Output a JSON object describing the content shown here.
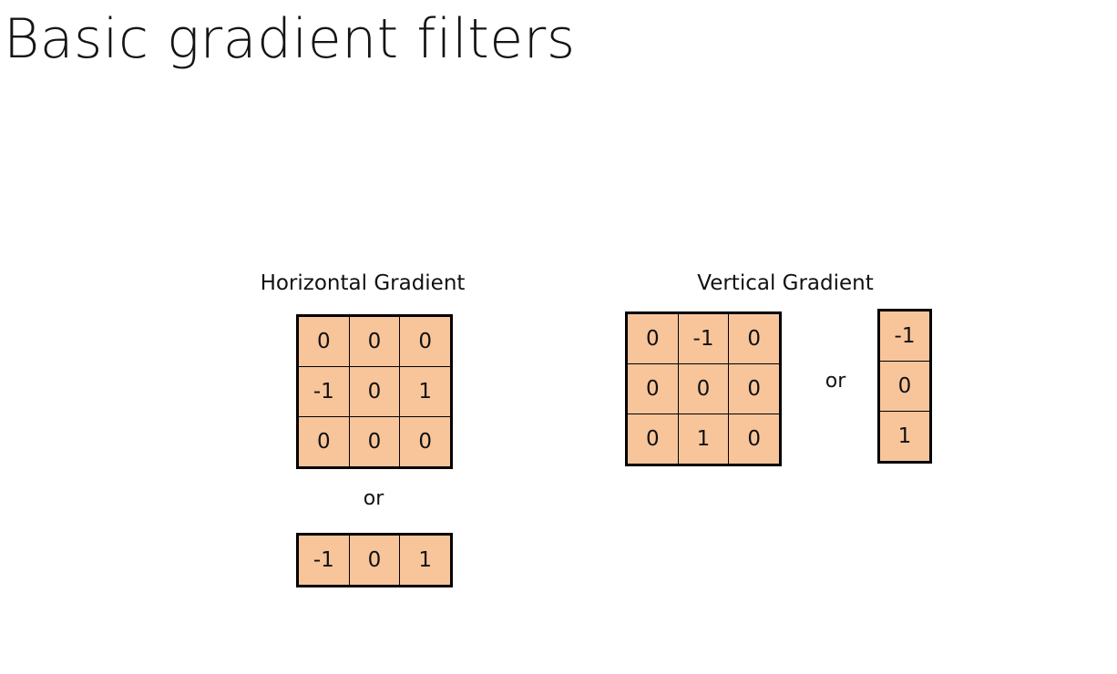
{
  "title": "Basic gradient filters",
  "horizontal": {
    "label": "Horizontal Gradient",
    "matrix": [
      [
        "0",
        "0",
        "0"
      ],
      [
        "-1",
        "0",
        "1"
      ],
      [
        "0",
        "0",
        "0"
      ]
    ],
    "or_label": "or",
    "row_vector": [
      "-1",
      "0",
      "1"
    ]
  },
  "vertical": {
    "label": "Vertical Gradient",
    "matrix": [
      [
        "0",
        "-1",
        "0"
      ],
      [
        "0",
        "0",
        "0"
      ],
      [
        "0",
        "1",
        "0"
      ]
    ],
    "or_label": "or",
    "column_vector": [
      "-1",
      "0",
      "1"
    ]
  },
  "colors": {
    "cell_fill": "#f8c59b",
    "cell_border": "#000000"
  }
}
